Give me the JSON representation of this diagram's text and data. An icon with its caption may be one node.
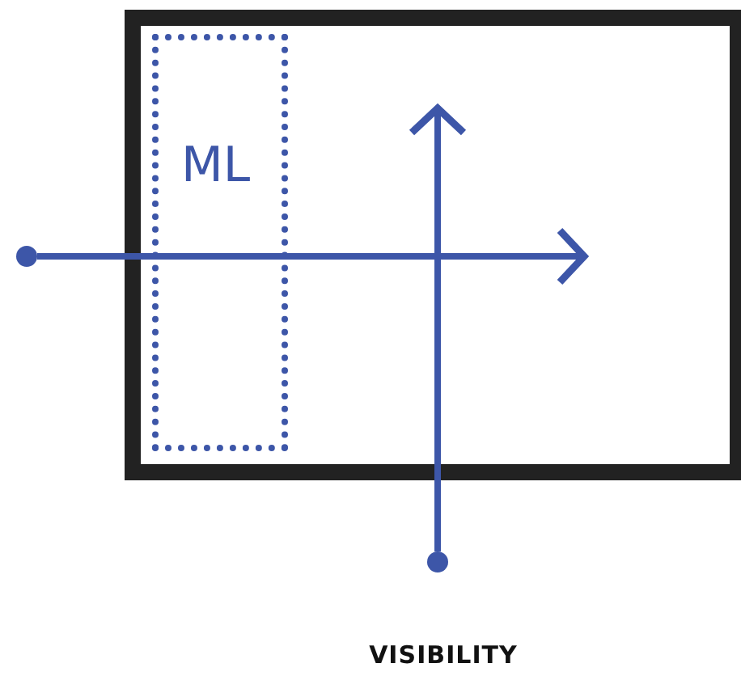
{
  "diagram": {
    "nodes": [
      {
        "text": [],
        "shape": "box"
      },
      {
        "text": [
          "ML"
        ],
        "in": 0
      },
      {
        "text": [],
        "shape": "circle"
      },
      {
        "text": [],
        "shape": "circle"
      }
    ],
    "edges": [
      {
        "from": 2,
        "to": null,
        "arrow": "to"
      },
      {
        "from": 3,
        "to": null,
        "arrow": "to"
      }
    ],
    "labels": [
      "VISIBILITY"
    ]
  }
}
